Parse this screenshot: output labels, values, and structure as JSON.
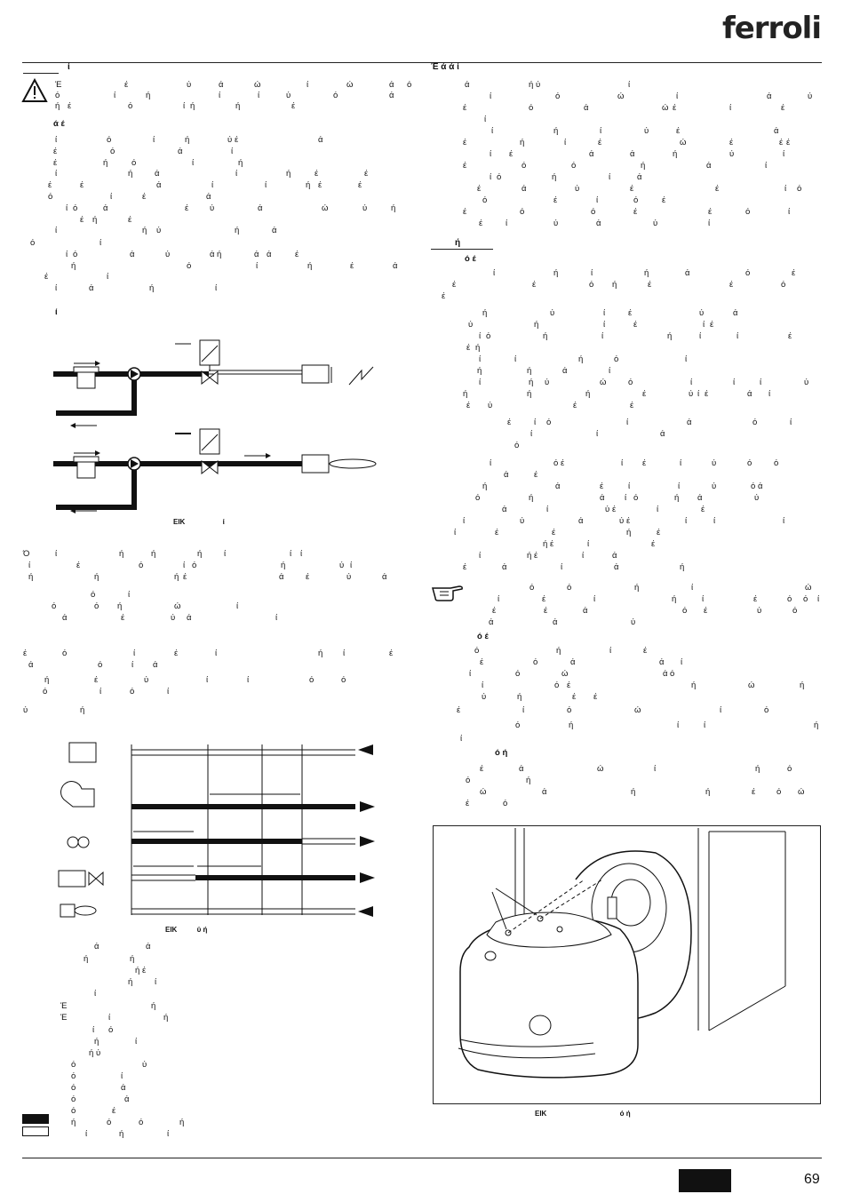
{
  "header": {
    "brand": "ferroli"
  },
  "page_number": "69",
  "figure_labels": {
    "fig_a": "ΕΙΚ",
    "fig_a_tail": "ί",
    "fig_b": "ΕΙΚ",
    "fig_b_tail": "ύ ή",
    "fig_c": "ΕΙΚ",
    "fig_c_tail": "ό ή"
  },
  "left_heading": "ί",
  "right_heading": "Έ ά ά ί",
  "section_heading": "ή",
  "sub_heading": "ό έ",
  "sub_heading_2": "ό έ",
  "sub_heading_3": "ό ή",
  "warning_line": "ά έ",
  "left_sub": "ί"
}
